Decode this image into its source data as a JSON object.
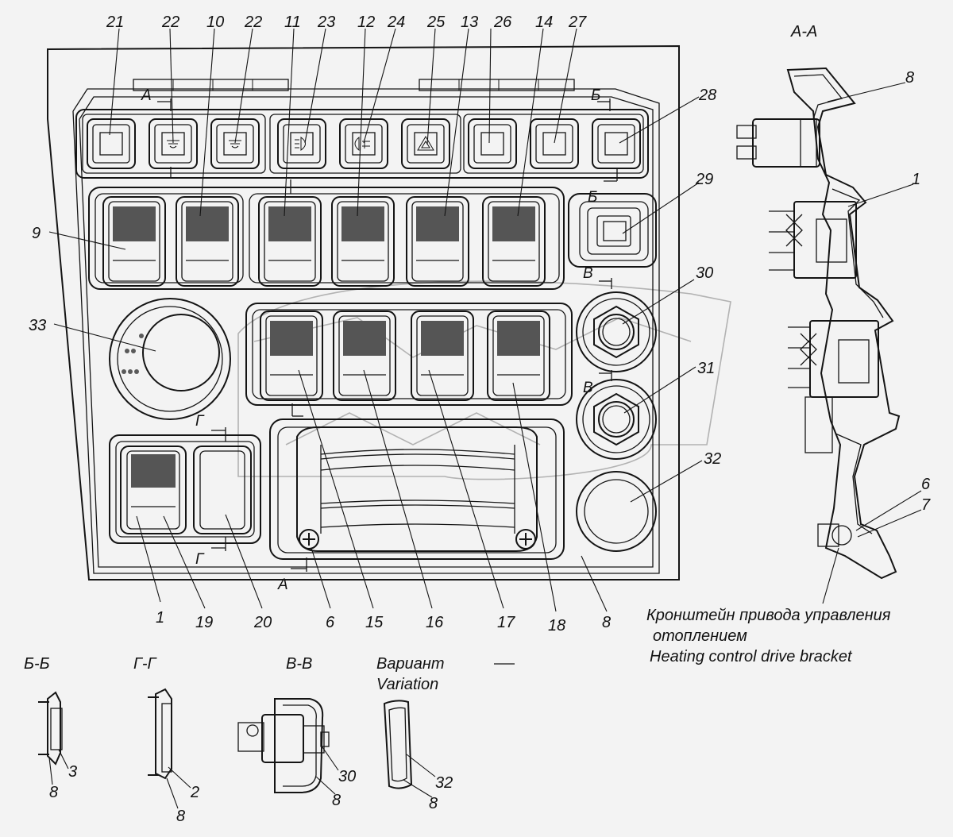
{
  "callouts": {
    "c21": "21",
    "c22a": "22",
    "c10": "10",
    "c22b": "22",
    "c11": "11",
    "c23": "23",
    "c12": "12",
    "c24": "24",
    "c25": "25",
    "c13": "13",
    "c26": "26",
    "c14": "14",
    "c27": "27",
    "c28": "28",
    "c29": "29",
    "c9": "9",
    "c30": "30",
    "c33": "33",
    "c31": "31",
    "c32": "32",
    "c1": "1",
    "c19": "19",
    "c20": "20",
    "c6": "6",
    "c15": "15",
    "c16": "16",
    "c17": "17",
    "c18": "18",
    "c8": "8"
  },
  "section_marks": {
    "a_top": "А",
    "a_bottom": "А",
    "b_top": "Б",
    "b_mid": "Б",
    "v_top": "В",
    "v_bottom": "В",
    "g_top": "Г",
    "g_bottom": "Г"
  },
  "section_aa": {
    "title": "А-А",
    "c8": "8",
    "c1": "1",
    "c6": "6",
    "c7": "7"
  },
  "bracket_note": {
    "line1": "Кронштейн привода управления",
    "line2": "отоплением",
    "line3": "Heating control drive bracket"
  },
  "detail_bb": {
    "title": "Б-Б",
    "c3": "3",
    "c8": "8"
  },
  "detail_gg": {
    "title": "Г-Г",
    "c2": "2",
    "c8": "8"
  },
  "detail_vv": {
    "title": "В-В",
    "c30": "30",
    "c8": "8"
  },
  "detail_variant": {
    "title_ru": "Вариант",
    "title_en": "Variation",
    "c32": "32",
    "c8": "8"
  }
}
